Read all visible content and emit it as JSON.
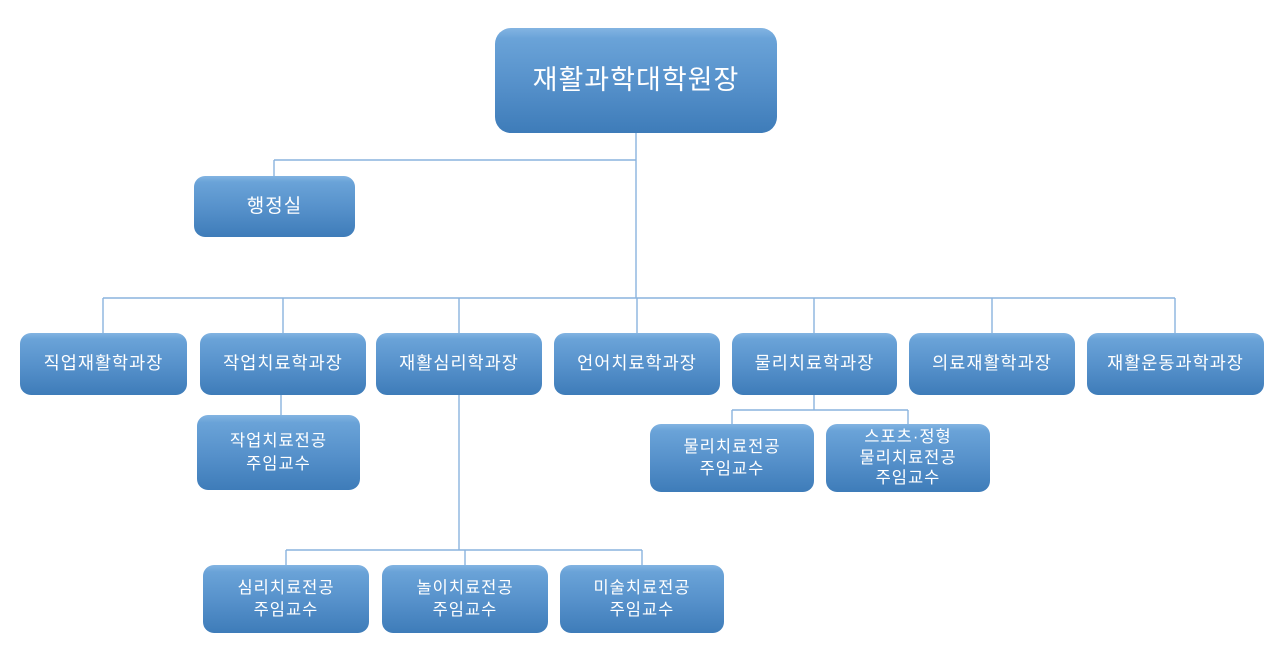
{
  "org": {
    "root": {
      "label": "재활과학대학원장"
    },
    "admin": {
      "label": "행정실"
    },
    "departments": [
      {
        "label": "직업재활학과장"
      },
      {
        "label": "작업치료학과장"
      },
      {
        "label": "재활심리학과장"
      },
      {
        "label": "언어치료학과장"
      },
      {
        "label": "물리치료학과장"
      },
      {
        "label": "의료재활학과장"
      },
      {
        "label": "재활운동과학과장"
      }
    ],
    "sub_nodes": {
      "occupational_chief": {
        "label": "작업치료전공\n주임교수"
      },
      "physical_chief": {
        "label": "물리치료전공\n주임교수"
      },
      "sports_ortho_chief": {
        "label": "스포츠·정형\n물리치료전공\n주임교수"
      },
      "psych_chief": {
        "label": "심리치료전공\n주임교수"
      },
      "play_chief": {
        "label": "놀이치료전공\n주임교수"
      },
      "art_chief": {
        "label": "미술치료전공\n주임교수"
      }
    },
    "colors": {
      "box_gradient_top": "#83b4e2",
      "box_gradient_bottom": "#3e7cb9",
      "connector_line": "#8ab3de",
      "text": "#ffffff",
      "background": "#ffffff"
    }
  }
}
